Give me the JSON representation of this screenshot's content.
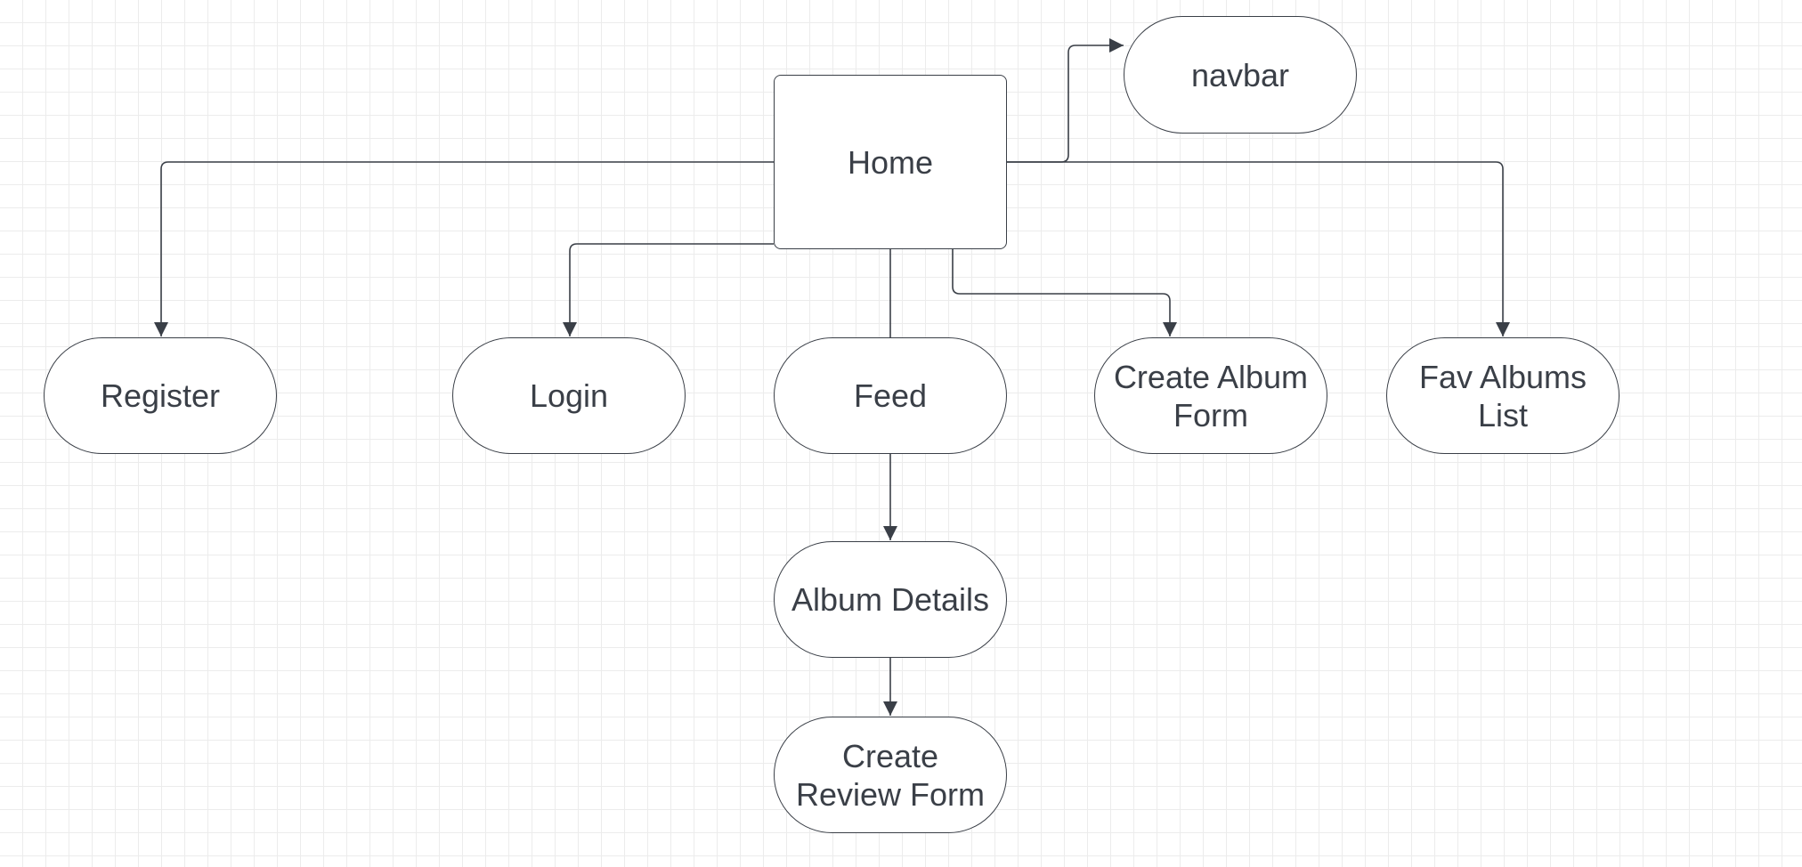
{
  "diagram": {
    "nodes": [
      {
        "id": "home",
        "label": "Home",
        "shape": "rectangle"
      },
      {
        "id": "navbar",
        "label": "navbar",
        "shape": "terminal"
      },
      {
        "id": "register",
        "label": "Register",
        "shape": "terminal"
      },
      {
        "id": "login",
        "label": "Login",
        "shape": "terminal"
      },
      {
        "id": "feed",
        "label": "Feed",
        "shape": "terminal"
      },
      {
        "id": "create_album_form",
        "label": "Create Album\nForm",
        "shape": "terminal"
      },
      {
        "id": "fav_albums_list",
        "label": "Fav Albums\nList",
        "shape": "terminal"
      },
      {
        "id": "album_details",
        "label": "Album Details",
        "shape": "terminal"
      },
      {
        "id": "create_review_form",
        "label": "Create\nReview Form",
        "shape": "terminal"
      }
    ],
    "edges": [
      {
        "from": "home",
        "to": "navbar"
      },
      {
        "from": "home",
        "to": "register"
      },
      {
        "from": "home",
        "to": "login"
      },
      {
        "from": "home",
        "to": "feed"
      },
      {
        "from": "home",
        "to": "create_album_form"
      },
      {
        "from": "home",
        "to": "fav_albums_list"
      },
      {
        "from": "feed",
        "to": "album_details"
      },
      {
        "from": "album_details",
        "to": "create_review_form"
      }
    ],
    "colors": {
      "stroke": "#3a3f47",
      "text": "#3a3f47",
      "node_fill": "#ffffff",
      "grid": "#ececec"
    }
  }
}
